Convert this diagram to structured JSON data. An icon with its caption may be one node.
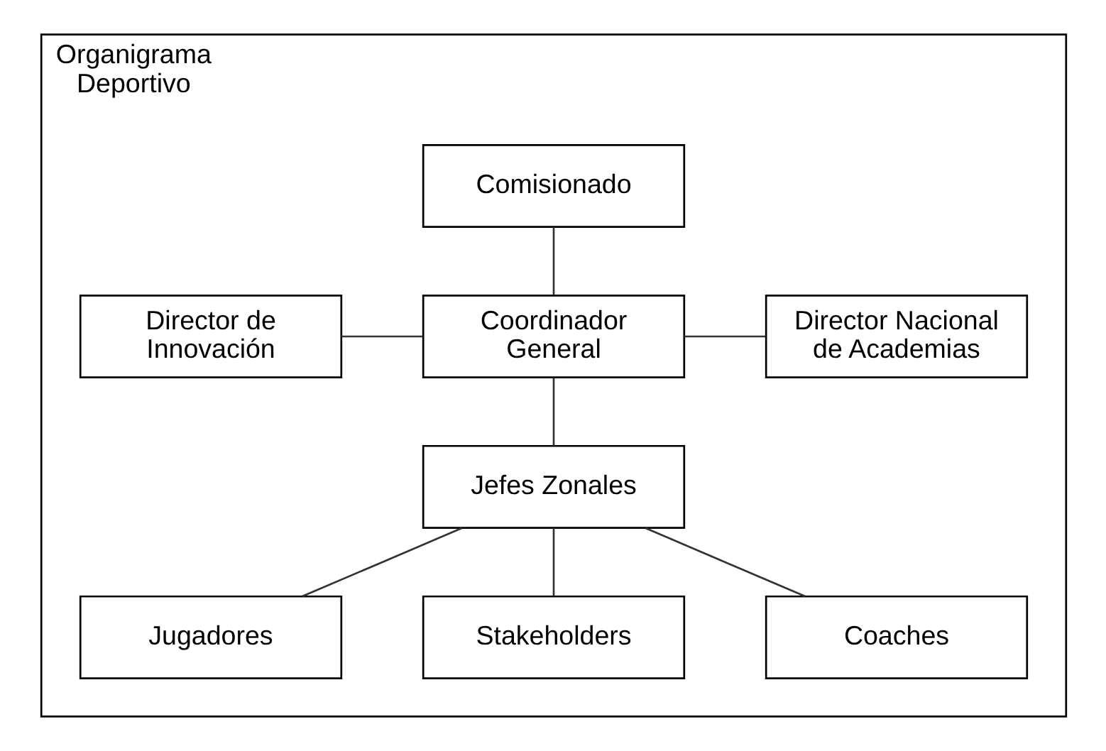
{
  "diagram": {
    "nodes": [
      {
        "text": [
          "Organigrama Deportivo"
        ]
      },
      {
        "text": [
          "Comisionado"
        ],
        "in": 0
      },
      {
        "text": [
          "Director de Innovación"
        ],
        "in": 0
      },
      {
        "text": [
          "Coordinador General"
        ],
        "in": 0
      },
      {
        "text": [
          "Director Nacional de Academias"
        ],
        "in": 0
      },
      {
        "text": [
          "Jefes Zonales"
        ],
        "in": 0
      },
      {
        "text": [
          "Jugadores"
        ],
        "in": 0
      },
      {
        "text": [
          "Stakeholders"
        ],
        "in": 0
      },
      {
        "text": [
          "Coaches"
        ],
        "in": 0
      }
    ],
    "edges": [
      {
        "from": 1,
        "to": 3,
        "arrow": "none"
      },
      {
        "from": 2,
        "to": 3,
        "arrow": "none"
      },
      {
        "from": 3,
        "to": 4,
        "arrow": "none"
      },
      {
        "from": 3,
        "to": 5,
        "arrow": "none"
      },
      {
        "from": 5,
        "to": 6,
        "arrow": "none"
      },
      {
        "from": 5,
        "to": 7,
        "arrow": "none"
      },
      {
        "from": 5,
        "to": 8,
        "arrow": "none"
      }
    ]
  }
}
